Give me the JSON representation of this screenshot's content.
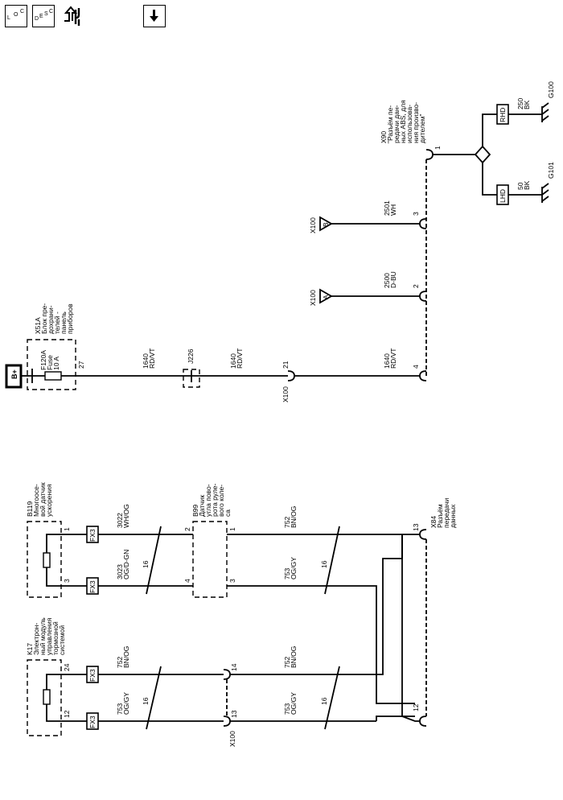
{
  "toolbar": {
    "loc_button": {
      "icon": "loc-icon",
      "letters": [
        "L",
        "O",
        "C"
      ]
    },
    "desc_button": {
      "icon": "desc-icon",
      "letters": [
        "D",
        "E",
        "S",
        "C"
      ]
    },
    "diag_button": {
      "icon": "diagnostic-tools-icon"
    },
    "down_button": {
      "icon": "down-arrow-icon"
    }
  },
  "diagram": {
    "power": {
      "label": "B+",
      "fuse_block": {
        "id": "X51A",
        "lines": [
          "Блок пре-",
          "дохрани-",
          "телей -",
          "панель",
          "приборов"
        ]
      },
      "fuse": {
        "lines": [
          "F120A",
          "Fuse",
          "10 A"
        ]
      },
      "fuse_pin": "27",
      "wire1": {
        "circuit": "1640",
        "color": "RD/VT"
      },
      "splice": "J226",
      "wire2": {
        "circuit": "1640",
        "color": "RD/VT"
      },
      "inline": {
        "id": "X100",
        "pin": "21"
      },
      "wire3": {
        "circuit": "1640",
        "color": "RD/VT"
      },
      "dlc_pin": "4"
    },
    "off_page": [
      {
        "connector": "X100",
        "letter": "A",
        "circuit": "2500",
        "color": "D-BU",
        "dlc_pin": "2"
      },
      {
        "connector": "X100",
        "letter": "B",
        "circuit": "2501",
        "color": "WH",
        "dlc_pin": "3"
      }
    ],
    "x90": {
      "id": "X90",
      "lines": [
        "\"Разъём пе-",
        "редачи дан-",
        "ных ABS, для",
        "использова-",
        "ния произво-",
        "дителем\""
      ],
      "pin": "1"
    },
    "grounds": [
      {
        "option": "LHD",
        "circuit": "50",
        "color": "BK",
        "ground": "G101"
      },
      {
        "option": "RHD",
        "circuit": "250",
        "color": "BK",
        "ground": "G100"
      }
    ],
    "modules": {
      "b119": {
        "id": "B119",
        "lines": [
          "Многоосе-",
          "вой датчик",
          "ускорения"
        ],
        "pin_a": "1",
        "pin_b": "3"
      },
      "b99": {
        "id": "B99",
        "lines": [
          "Датчик",
          "угла пово-",
          "рота руле-",
          "вого коле-",
          "са"
        ],
        "pin_a_in": "2",
        "pin_b_in": "4",
        "pin_a_out": "1",
        "pin_b_out": "3"
      },
      "k17": {
        "id": "K17",
        "lines": [
          "Электрон-",
          "ный модуль",
          "управления",
          "тормозной",
          "системой"
        ],
        "pin_a": "24",
        "pin_b": "12"
      },
      "x84": {
        "id": "X84",
        "lines": [
          "Разъём",
          "передачи",
          "данных"
        ],
        "pin_a": "13",
        "pin_b": "12"
      }
    },
    "fx3": "FX3",
    "twist": "16",
    "wires": {
      "b119_a": {
        "circuit": "3022",
        "color": "WH/OG"
      },
      "b119_b": {
        "circuit": "3023",
        "color": "OG/D-GN"
      },
      "b99_a": {
        "circuit": "752",
        "color": "BN/OG"
      },
      "b99_b": {
        "circuit": "753",
        "color": "OG/GY"
      },
      "k17_a": {
        "circuit": "752",
        "color": "BN/OG"
      },
      "k17_b": {
        "circuit": "753",
        "color": "OG/GY"
      },
      "k17_a2": {
        "circuit": "752",
        "color": "BN/OG"
      },
      "k17_b2": {
        "circuit": "753",
        "color": "OG/GY"
      }
    },
    "x100_bottom": {
      "id": "X100",
      "pin_a": "14",
      "pin_b": "13"
    }
  }
}
